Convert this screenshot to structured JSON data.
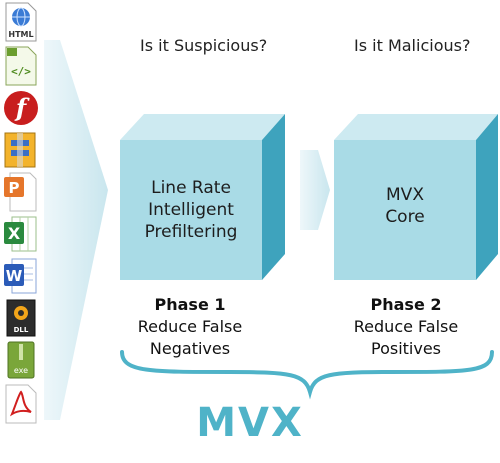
{
  "icons": [
    {
      "name": "html-file-icon",
      "label": "HTML"
    },
    {
      "name": "script-file-icon",
      "label": "</>"
    },
    {
      "name": "flash-file-icon",
      "label": "f"
    },
    {
      "name": "archive-file-icon",
      "label": ""
    },
    {
      "name": "powerpoint-file-icon",
      "label": "P"
    },
    {
      "name": "excel-file-icon",
      "label": "X"
    },
    {
      "name": "word-file-icon",
      "label": "W"
    },
    {
      "name": "dll-file-icon",
      "label": "DLL"
    },
    {
      "name": "exe-file-icon",
      "label": "exe"
    },
    {
      "name": "pdf-file-icon",
      "label": ""
    }
  ],
  "phase1": {
    "question": "Is it Suspicious?",
    "cube_lines": [
      "Line Rate",
      "Intelligent",
      "Prefiltering"
    ],
    "title": "Phase 1",
    "desc_lines": [
      "Reduce False",
      "Negatives"
    ]
  },
  "phase2": {
    "question": "Is it Malicious?",
    "cube_lines": [
      "MVX",
      "Core"
    ],
    "title": "Phase 2",
    "desc_lines": [
      "Reduce False",
      "Positives"
    ]
  },
  "logo": "MVX",
  "colors": {
    "cube_front": "#a9dbe6",
    "cube_top": "#cdeaf1",
    "cube_side": "#3ea3bd",
    "arrow": "#e3f2f6",
    "brace": "#4fb3c8",
    "logo": "#4fb3c8"
  }
}
